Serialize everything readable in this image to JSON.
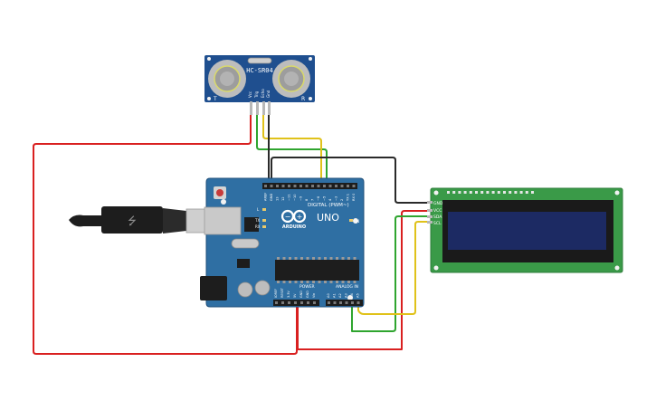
{
  "sensor": {
    "label": "HC-SR04",
    "pin_labels": [
      "Vcc",
      "Trig",
      "Echo",
      "Gnd"
    ],
    "corner_left": "T",
    "corner_right": "R"
  },
  "arduino": {
    "logo_text": "ARDUINO",
    "model": "UNO",
    "digital_label": "DIGITAL (PWM~)",
    "power_label": "POWER",
    "analog_label": "ANALOG IN",
    "top_pin_labels": [
      "AREF",
      "GND",
      "13",
      "12",
      "~11",
      "~10",
      "~9",
      "8",
      "7",
      "~6",
      "~5",
      "4",
      "~3",
      "2",
      "TX 1",
      "RX 0"
    ],
    "power_pin_labels": [
      "IOREF",
      "RESET",
      "3.3V",
      "5V",
      "GND",
      "GND",
      "Vin"
    ],
    "analog_pin_labels": [
      "A0",
      "A1",
      "A2",
      "A3",
      "A4",
      "A5"
    ],
    "led_labels": [
      "L",
      "TX",
      "RX"
    ],
    "on_label": "ON"
  },
  "lcd": {
    "pin_labels": [
      "GND",
      "VCC",
      "SDA",
      "SCL"
    ]
  },
  "colors": {
    "board_blue": "#2f6fa3",
    "board_edge": "#1f4f7a",
    "pcb_green": "#3a9a48",
    "lcd_screen": "#1c2a63",
    "sensor_blue": "#1f4f8f",
    "wire_red": "#d92020",
    "wire_black": "#2a2a2a",
    "wire_green": "#2fa52f",
    "wire_yellow": "#e0c21a"
  }
}
